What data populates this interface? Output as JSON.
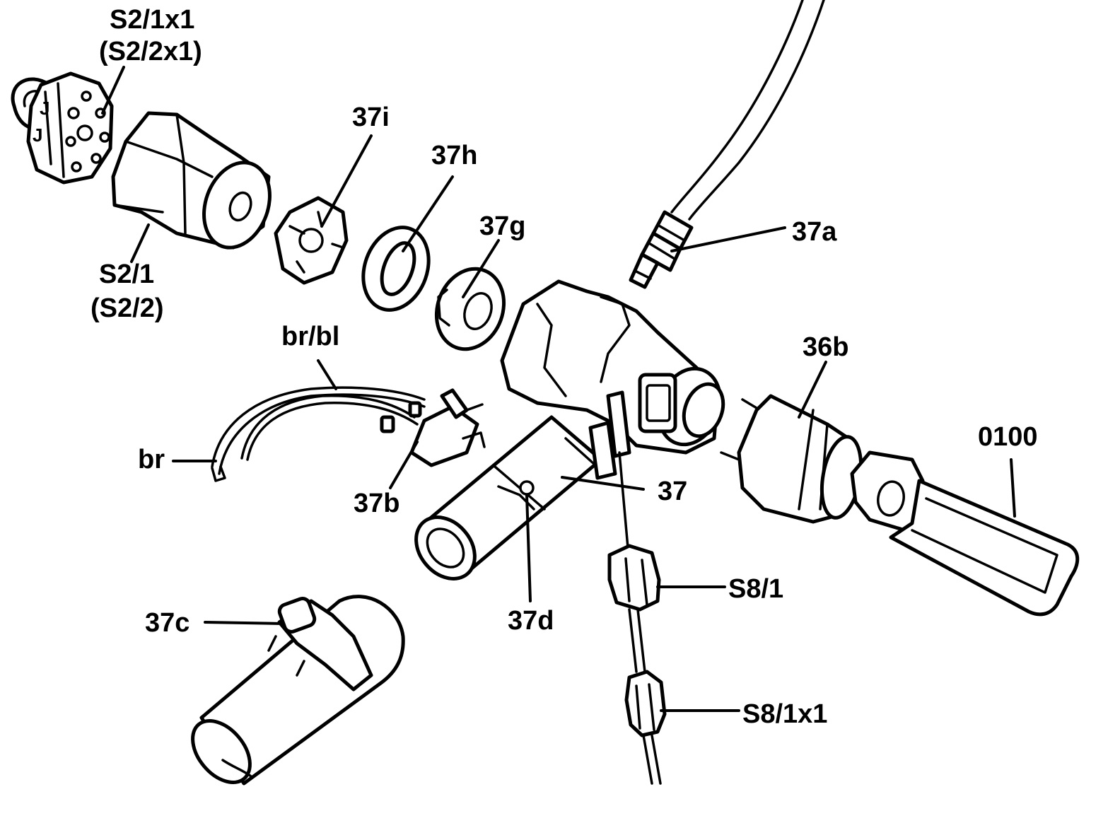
{
  "labels": {
    "s2_1x1": "S2/1x1",
    "s2_2x1": "(S2/2x1)",
    "s2_1": "S2/1",
    "s2_2": "(S2/2)",
    "p37i": "37i",
    "p37h": "37h",
    "p37g": "37g",
    "p37a": "37a",
    "p36b": "36b",
    "p0100": "0100",
    "br_bl": "br/bl",
    "br": "br",
    "p37b": "37b",
    "p37": "37",
    "p37d": "37d",
    "p37c": "37c",
    "s8_1": "S8/1",
    "s8_1x1": "S8/1x1"
  },
  "colors": {
    "ink": "#000000",
    "paper": "#ffffff"
  }
}
